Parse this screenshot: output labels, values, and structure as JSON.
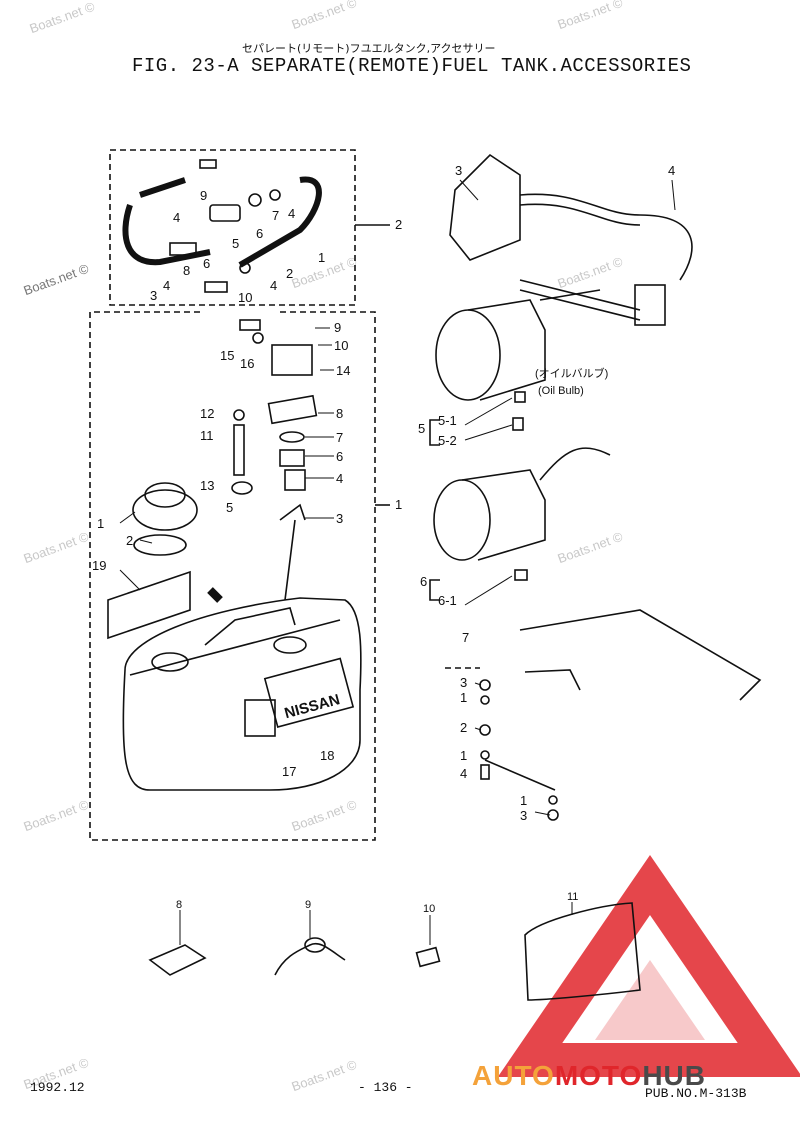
{
  "header": {
    "subtitle_jp": "セパレート(リモート)フユエルタンク,アクセサリー",
    "title": "FIG. 23-A SEPARATE(REMOTE)FUEL TANK.ACCESSORIES"
  },
  "watermarks": [
    "Boats.net ©",
    "Boats.net ©",
    "Boats.net ©",
    "Boats.net ©",
    "Boats.net ©",
    "Boats.net ©",
    "Boats.net ©",
    "Boats.net ©",
    "Boats.net ©",
    "Boats.net ©",
    "Boats.net ©",
    "Boats.net ©"
  ],
  "labels": {
    "oil_bulb_jp": "(オイルバルブ)",
    "oil_bulb_en": "(Oil Bulb)",
    "tank_brand": "NISSAN"
  },
  "callouts": {
    "hose_group": [
      "9",
      "4",
      "7",
      "4",
      "5",
      "6",
      "1",
      "8",
      "6",
      "2",
      "3",
      "4",
      "4",
      "10",
      "2"
    ],
    "tank_group": [
      "9",
      "10",
      "15",
      "16",
      "14",
      "12",
      "8",
      "11",
      "7",
      "6",
      "13",
      "4",
      "5",
      "3",
      "1",
      "2",
      "1",
      "19",
      "17",
      "18"
    ],
    "gauge_group": [
      "3",
      "4",
      "5-1",
      "5",
      "5-2",
      "6",
      "6-1"
    ],
    "bracket_group": [
      "7",
      "3",
      "1",
      "2",
      "1",
      "4",
      "1",
      "3"
    ],
    "accessories": [
      "8",
      "9",
      "10",
      "11"
    ]
  },
  "footer": {
    "date": "1992.12",
    "page": "- 136 -",
    "pub": "PUB.NO.M-313B"
  },
  "logo": {
    "text_auto": "AUTO",
    "text_moto": "MOTO",
    "text_hub": "HUB",
    "color_red": "#e0262b",
    "color_orange": "#f4a23a",
    "color_gray": "#4a4a4a"
  }
}
